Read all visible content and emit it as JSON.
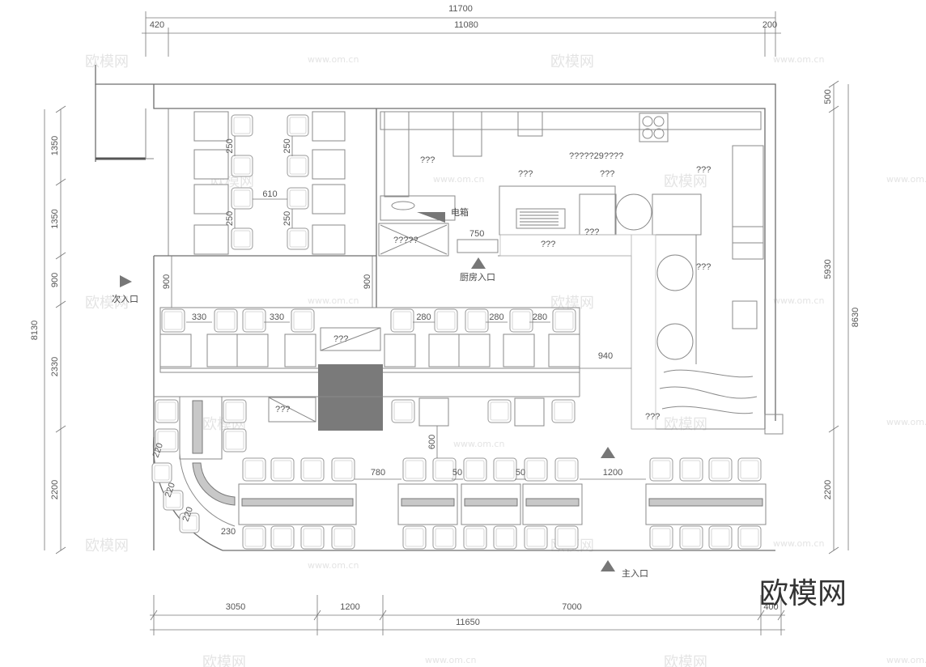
{
  "drawing": {
    "dimensions_top": {
      "overall": "11700",
      "left": "420",
      "middle": "11080",
      "right": "200"
    },
    "dimensions_left": {
      "overall": "8130",
      "segments": [
        "1350",
        "1350",
        "900",
        "2330",
        "2200"
      ]
    },
    "dimensions_right": {
      "overall": "8630",
      "segments": [
        "500",
        "5930",
        "2200"
      ]
    },
    "dimensions_bottom": {
      "overall": "11650",
      "segments": [
        "3050",
        "1200",
        "7000",
        "400"
      ]
    },
    "interior_dimensions": {
      "aisle_610": "610",
      "gap_250": "250",
      "aisle_900_left": "900",
      "aisle_900_mid": "900",
      "gap_330": "330",
      "gap_280": "280",
      "aisle_940": "940",
      "aisle_600": "600",
      "aisle_780": "780",
      "gap_50": "50",
      "aisle_1200": "1200",
      "gap_230": "230",
      "gap_220": "220",
      "kitchen_750": "750"
    },
    "labels": {
      "kitchen_entrance": "厨房入口",
      "secondary_entrance": "次入口",
      "main_entrance": "主入口",
      "electric_box": "电箱",
      "kitchen_title": "?????29????",
      "unknown": "???",
      "unknown5": "?????"
    },
    "watermark": {
      "brand": "欧模网",
      "url": "www.om.cn"
    }
  },
  "colors": {
    "line": "#8a8a8a",
    "fill_dark": "#7a7a7a",
    "bar": "#c8c8c8"
  }
}
